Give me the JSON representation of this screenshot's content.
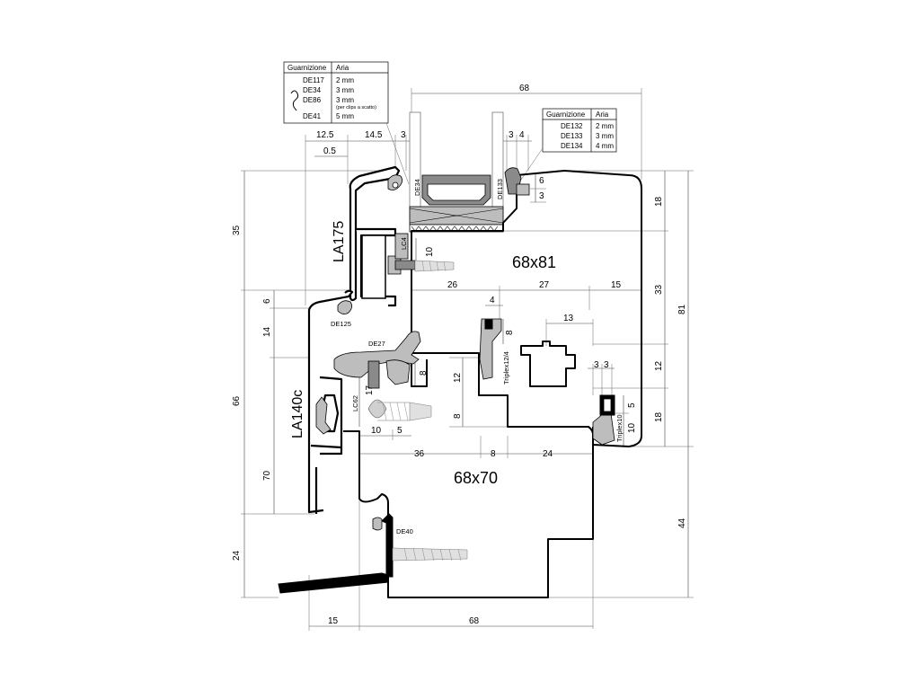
{
  "table_left": {
    "header": [
      "Guarnizione",
      "Aria"
    ],
    "rows": [
      {
        "code": "DE117",
        "air": "2 mm"
      },
      {
        "code": "DE34",
        "air": "3 mm"
      },
      {
        "code": "DE86",
        "air": "3 mm",
        "note": "(per clips a scatto)"
      },
      {
        "code": "DE41",
        "air": "5 mm"
      }
    ]
  },
  "table_right": {
    "header": [
      "Guarnizione",
      "Aria"
    ],
    "rows": [
      {
        "code": "DE132",
        "air": "2 mm"
      },
      {
        "code": "DE133",
        "air": "3 mm"
      },
      {
        "code": "DE134",
        "air": "4 mm"
      }
    ]
  },
  "section_labels": {
    "sash": "68x81",
    "frame": "68x70",
    "cover_top": "LA175",
    "cover_bottom": "LA140c"
  },
  "part_labels": {
    "de34": "DE34",
    "de133": "DE133",
    "lc4": "LC4",
    "de125": "DE125",
    "de27": "DE27",
    "lc62": "LC62",
    "triplex12": "Triplex12/4",
    "triplex10": "Triplex10",
    "de40": "DE40"
  },
  "dimensions": {
    "top_68": "68",
    "d12_5": "12.5",
    "d14_5": "14.5",
    "d3_top": "3",
    "d0_5": "0.5",
    "d3_r": "3",
    "d4_r": "4",
    "d6_r": "6",
    "d3_r2": "3",
    "d35": "35",
    "d6_l": "6",
    "d14_l": "14",
    "d66": "66",
    "d70": "70",
    "d24_l": "24",
    "d18_r": "18",
    "d33": "33",
    "d81": "81",
    "d12_r": "12",
    "d18_r2": "18",
    "d44": "44",
    "d10_lc4": "10",
    "d26": "26",
    "d27": "27",
    "d15": "15",
    "d4_mid": "4",
    "d8_mid": "8",
    "d13": "13",
    "d3_a": "3",
    "d3_b": "3",
    "d8_de27": "8",
    "d12_mid": "12",
    "d8_mid2": "8",
    "d17": "17",
    "d10_lc62": "10",
    "d5_lc62": "5",
    "d5_tr": "5",
    "d10_tr": "10",
    "d36": "36",
    "d8_bot": "8",
    "d24_bot": "24",
    "d15_bot": "15",
    "d68_bot": "68"
  }
}
